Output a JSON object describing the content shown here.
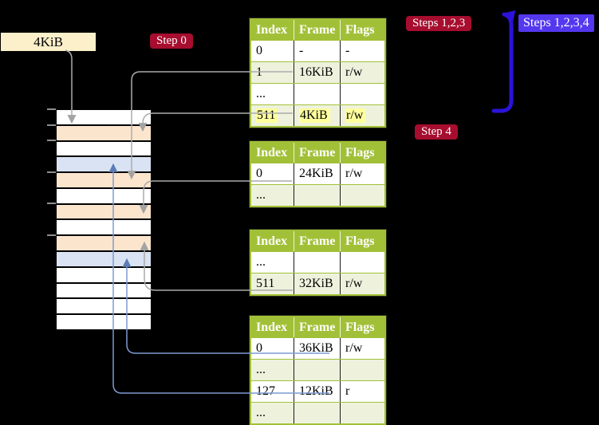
{
  "labels": {
    "page_size": "4KiB",
    "step0": "Step 0",
    "steps123": "Steps 1,2,3",
    "steps1234": "Steps 1,2,3,4",
    "step4": "Step 4"
  },
  "colors": {
    "table_header": "#a2c037",
    "table_row_green": "#eef2dd",
    "memory_peach": "#fce5cd",
    "memory_blue": "#dae3f3",
    "label_cream": "#fcf0ca",
    "label_crimson": "#a60d2e",
    "label_blueviolet": "#5438ef",
    "flow_arrow_blue": "#2b13d9",
    "connector_gray": "#ababab",
    "connector_steel": "#7d9bd2",
    "highlight_yellow": "#ffff9e"
  },
  "tables": [
    {
      "name": "page-table-1",
      "headers": [
        "Index",
        "Frame",
        "Flags"
      ],
      "rows": [
        [
          "0",
          "-",
          "-"
        ],
        [
          "1",
          "16KiB",
          "r/w"
        ],
        [
          "...",
          "",
          ""
        ],
        [
          "511",
          "4KiB",
          "r/w"
        ]
      ],
      "highlighted_row": 3
    },
    {
      "name": "page-table-2",
      "headers": [
        "Index",
        "Frame",
        "Flags"
      ],
      "rows": [
        [
          "0",
          "24KiB",
          "r/w"
        ],
        [
          "...",
          "",
          ""
        ]
      ],
      "highlighted_row": null
    },
    {
      "name": "page-table-3",
      "headers": [
        "Index",
        "Frame",
        "Flags"
      ],
      "rows": [
        [
          "...",
          "",
          ""
        ],
        [
          "511",
          "32KiB",
          "r/w"
        ]
      ],
      "highlighted_row": null
    },
    {
      "name": "page-table-4",
      "headers": [
        "Index",
        "Frame",
        "Flags"
      ],
      "rows": [
        [
          "0",
          "36KiB",
          "r/w"
        ],
        [
          "...",
          "",
          ""
        ],
        [
          "127",
          "12KiB",
          "r"
        ],
        [
          "...",
          "",
          ""
        ]
      ],
      "highlighted_row": null
    }
  ],
  "tables_layout_tops": [
    23,
    177,
    288,
    396
  ],
  "memory": {
    "rows": [
      "white",
      "peach",
      "white",
      "blue",
      "peach",
      "white",
      "peach",
      "white",
      "peach",
      "blue",
      "white",
      "white",
      "white",
      "white"
    ],
    "ticks": [
      137,
      157,
      176,
      216,
      255,
      295
    ]
  }
}
